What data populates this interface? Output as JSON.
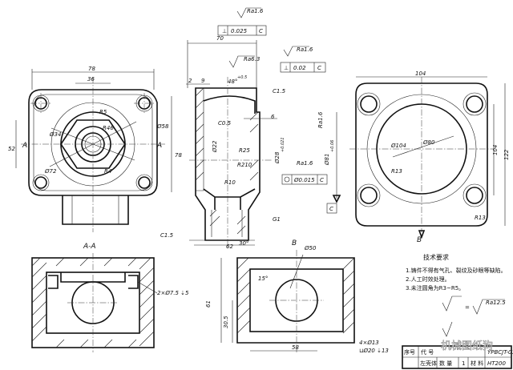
{
  "front_view": {
    "dims": {
      "width_78": "78",
      "width_36": "36",
      "height_52": "52",
      "height_78": "78",
      "r5": "R5",
      "r46": "R46",
      "r4": "R4",
      "d34": "Ø34",
      "d58": "Ø58",
      "d72": "Ø72"
    },
    "section_label": "A"
  },
  "side_view": {
    "dims": {
      "width_70": "70",
      "d2": "2",
      "d9": "9",
      "angle": "48°",
      "angle_tol": "+0.5",
      "c15a": "C1.5",
      "c05": "C0.5",
      "d6": "6",
      "d22": "Ø22",
      "r25": "R25",
      "r210": "R210",
      "r10": "R10",
      "g1": "G1",
      "c15b": "C1.5",
      "d62": "62",
      "angle30": "30°",
      "d28": "Ø28",
      "d28_tol": "+0.021",
      "d81": "Ø81",
      "d81_tol": "+0.06"
    },
    "roughness": {
      "top": "Ra1.6",
      "mid": "Ra6.3",
      "right": "Ra1.6",
      "vert": "Ra1.6",
      "bore": "Ra1.6"
    },
    "tolerances": {
      "flatness": "0.025",
      "flatness_ref": "C",
      "perp": "0.02",
      "perp_ref": "C",
      "pos": "Ø0.015",
      "pos_ref": "C"
    },
    "datum": "C"
  },
  "right_view": {
    "dims": {
      "width_104": "104",
      "height_104": "104",
      "height_122": "122",
      "d104": "Ø104",
      "d80": "Ø80",
      "r13a": "R13",
      "r13b": "R13"
    },
    "section_label": "B"
  },
  "section_aa": {
    "title": "A-A",
    "holes": "2×Ø7.5 ⇣5"
  },
  "section_b": {
    "label": "B",
    "d50": "Ø50",
    "angle15": "15°",
    "d61": "61",
    "d305": "30.5",
    "d58": "58",
    "holes1": "4×Ø13",
    "holes2": "⊔Ø20 ⇣13"
  },
  "tech_req": {
    "title": "技术要求",
    "items": [
      "1.铸件不得有气孔、裂纹及砂眼等缺陷。",
      "2.人工时效处理。",
      "3.未注圆角为R3~R5。"
    ],
    "roughness_eq1": "Ra12.5",
    "eq": "="
  },
  "title_block": {
    "headers": [
      "序号",
      "代 号"
    ],
    "row": [
      "左壳体",
      "数 量",
      "1",
      "材 料",
      "HT200"
    ],
    "drawing_no": "YPBCJT-01",
    "watermark": "机械图纸狗"
  }
}
